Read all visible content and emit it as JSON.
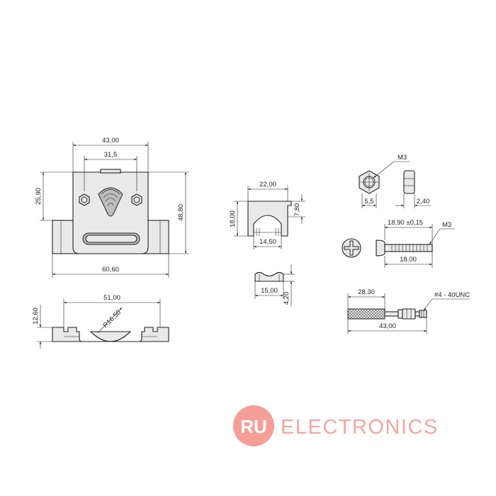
{
  "colors": {
    "line": "#222222",
    "fill": "#e9e9e9",
    "brand": "#f4a7a0",
    "brand_logo": "#f49e97"
  },
  "dims": {
    "shell_w_top": "43,00",
    "shell_hole": "31,5",
    "shell_h_left": "25,90",
    "shell_h_right": "48,80",
    "shell_w_bottom": "60,60",
    "side_w": "51,00",
    "side_h": "12,60",
    "side_r": "R16,50",
    "clamp_w": "22,00",
    "clamp_h": "18,00",
    "clamp_t": "7,80",
    "clamp_inner": "14,50",
    "saddle_w": "15,00",
    "saddle_h": "4,20",
    "nut_thread": "M3",
    "nut_w": "5,5",
    "nut_t": "2,40",
    "screw_len_tol": "18,90 ±0,15",
    "screw_thread": "M3",
    "screw_len": "18,00",
    "jack_len_a": "28,30",
    "jack_thread": "#4 - 40UNC",
    "jack_len": "43,00"
  },
  "brand": {
    "logo": "RU",
    "name": "ELECTRONICS"
  }
}
